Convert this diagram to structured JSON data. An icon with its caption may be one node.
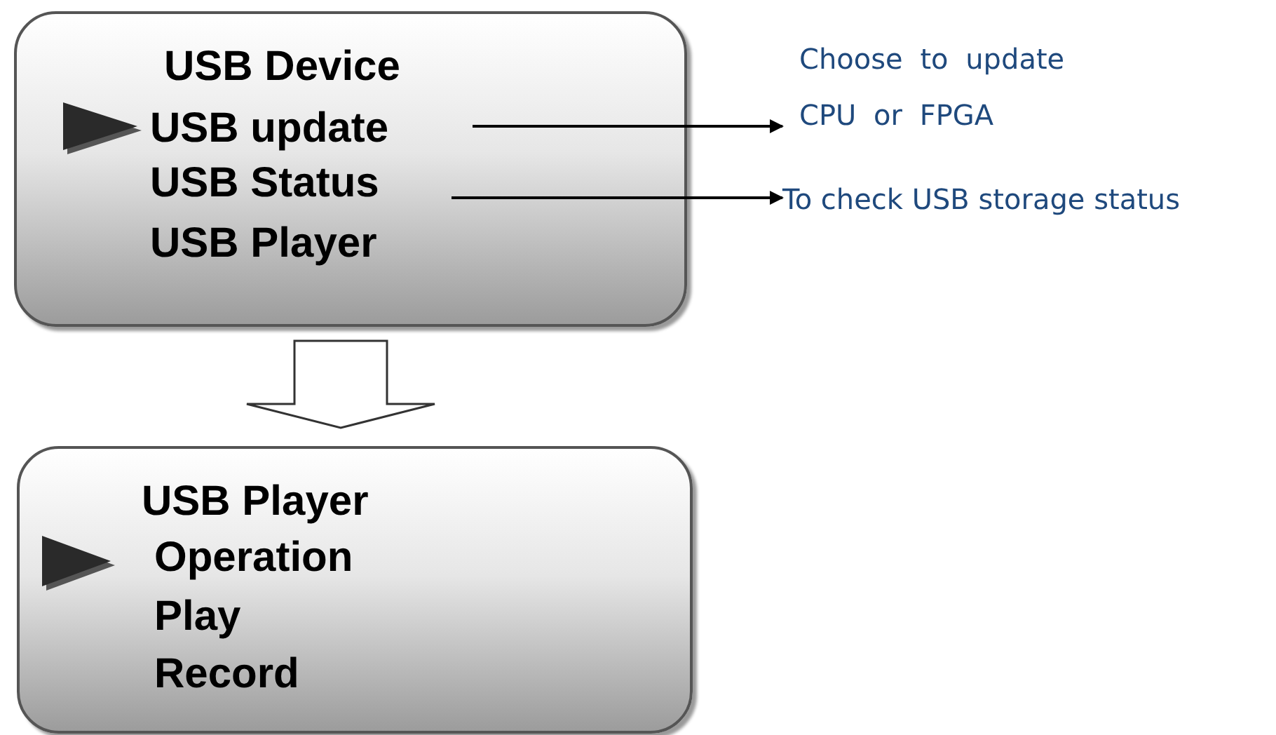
{
  "diagram": {
    "nodes": [
      {
        "text": [
          "USB Device"
        ]
      },
      {
        "text": [
          "USB update"
        ],
        "in": 0
      },
      {
        "text": [
          "USB Status"
        ],
        "in": 0
      },
      {
        "text": [
          "USB Player"
        ],
        "in": 0
      },
      {
        "text": [
          "Choose to update CPU or FPGA"
        ]
      },
      {
        "text": [
          "To check USB storage status"
        ]
      },
      {
        "text": [
          "USB Player"
        ]
      },
      {
        "text": [
          "Operation"
        ],
        "in": 6
      },
      {
        "text": [
          "Play"
        ],
        "in": 6
      },
      {
        "text": [
          "Record"
        ],
        "in": 6
      }
    ],
    "edges": [
      {
        "from": 1,
        "to": 4,
        "arrow": "to"
      },
      {
        "from": 2,
        "to": 5,
        "arrow": "to"
      },
      {
        "from": 0,
        "to": 6,
        "arrow": "to",
        "style": "thick"
      }
    ]
  }
}
